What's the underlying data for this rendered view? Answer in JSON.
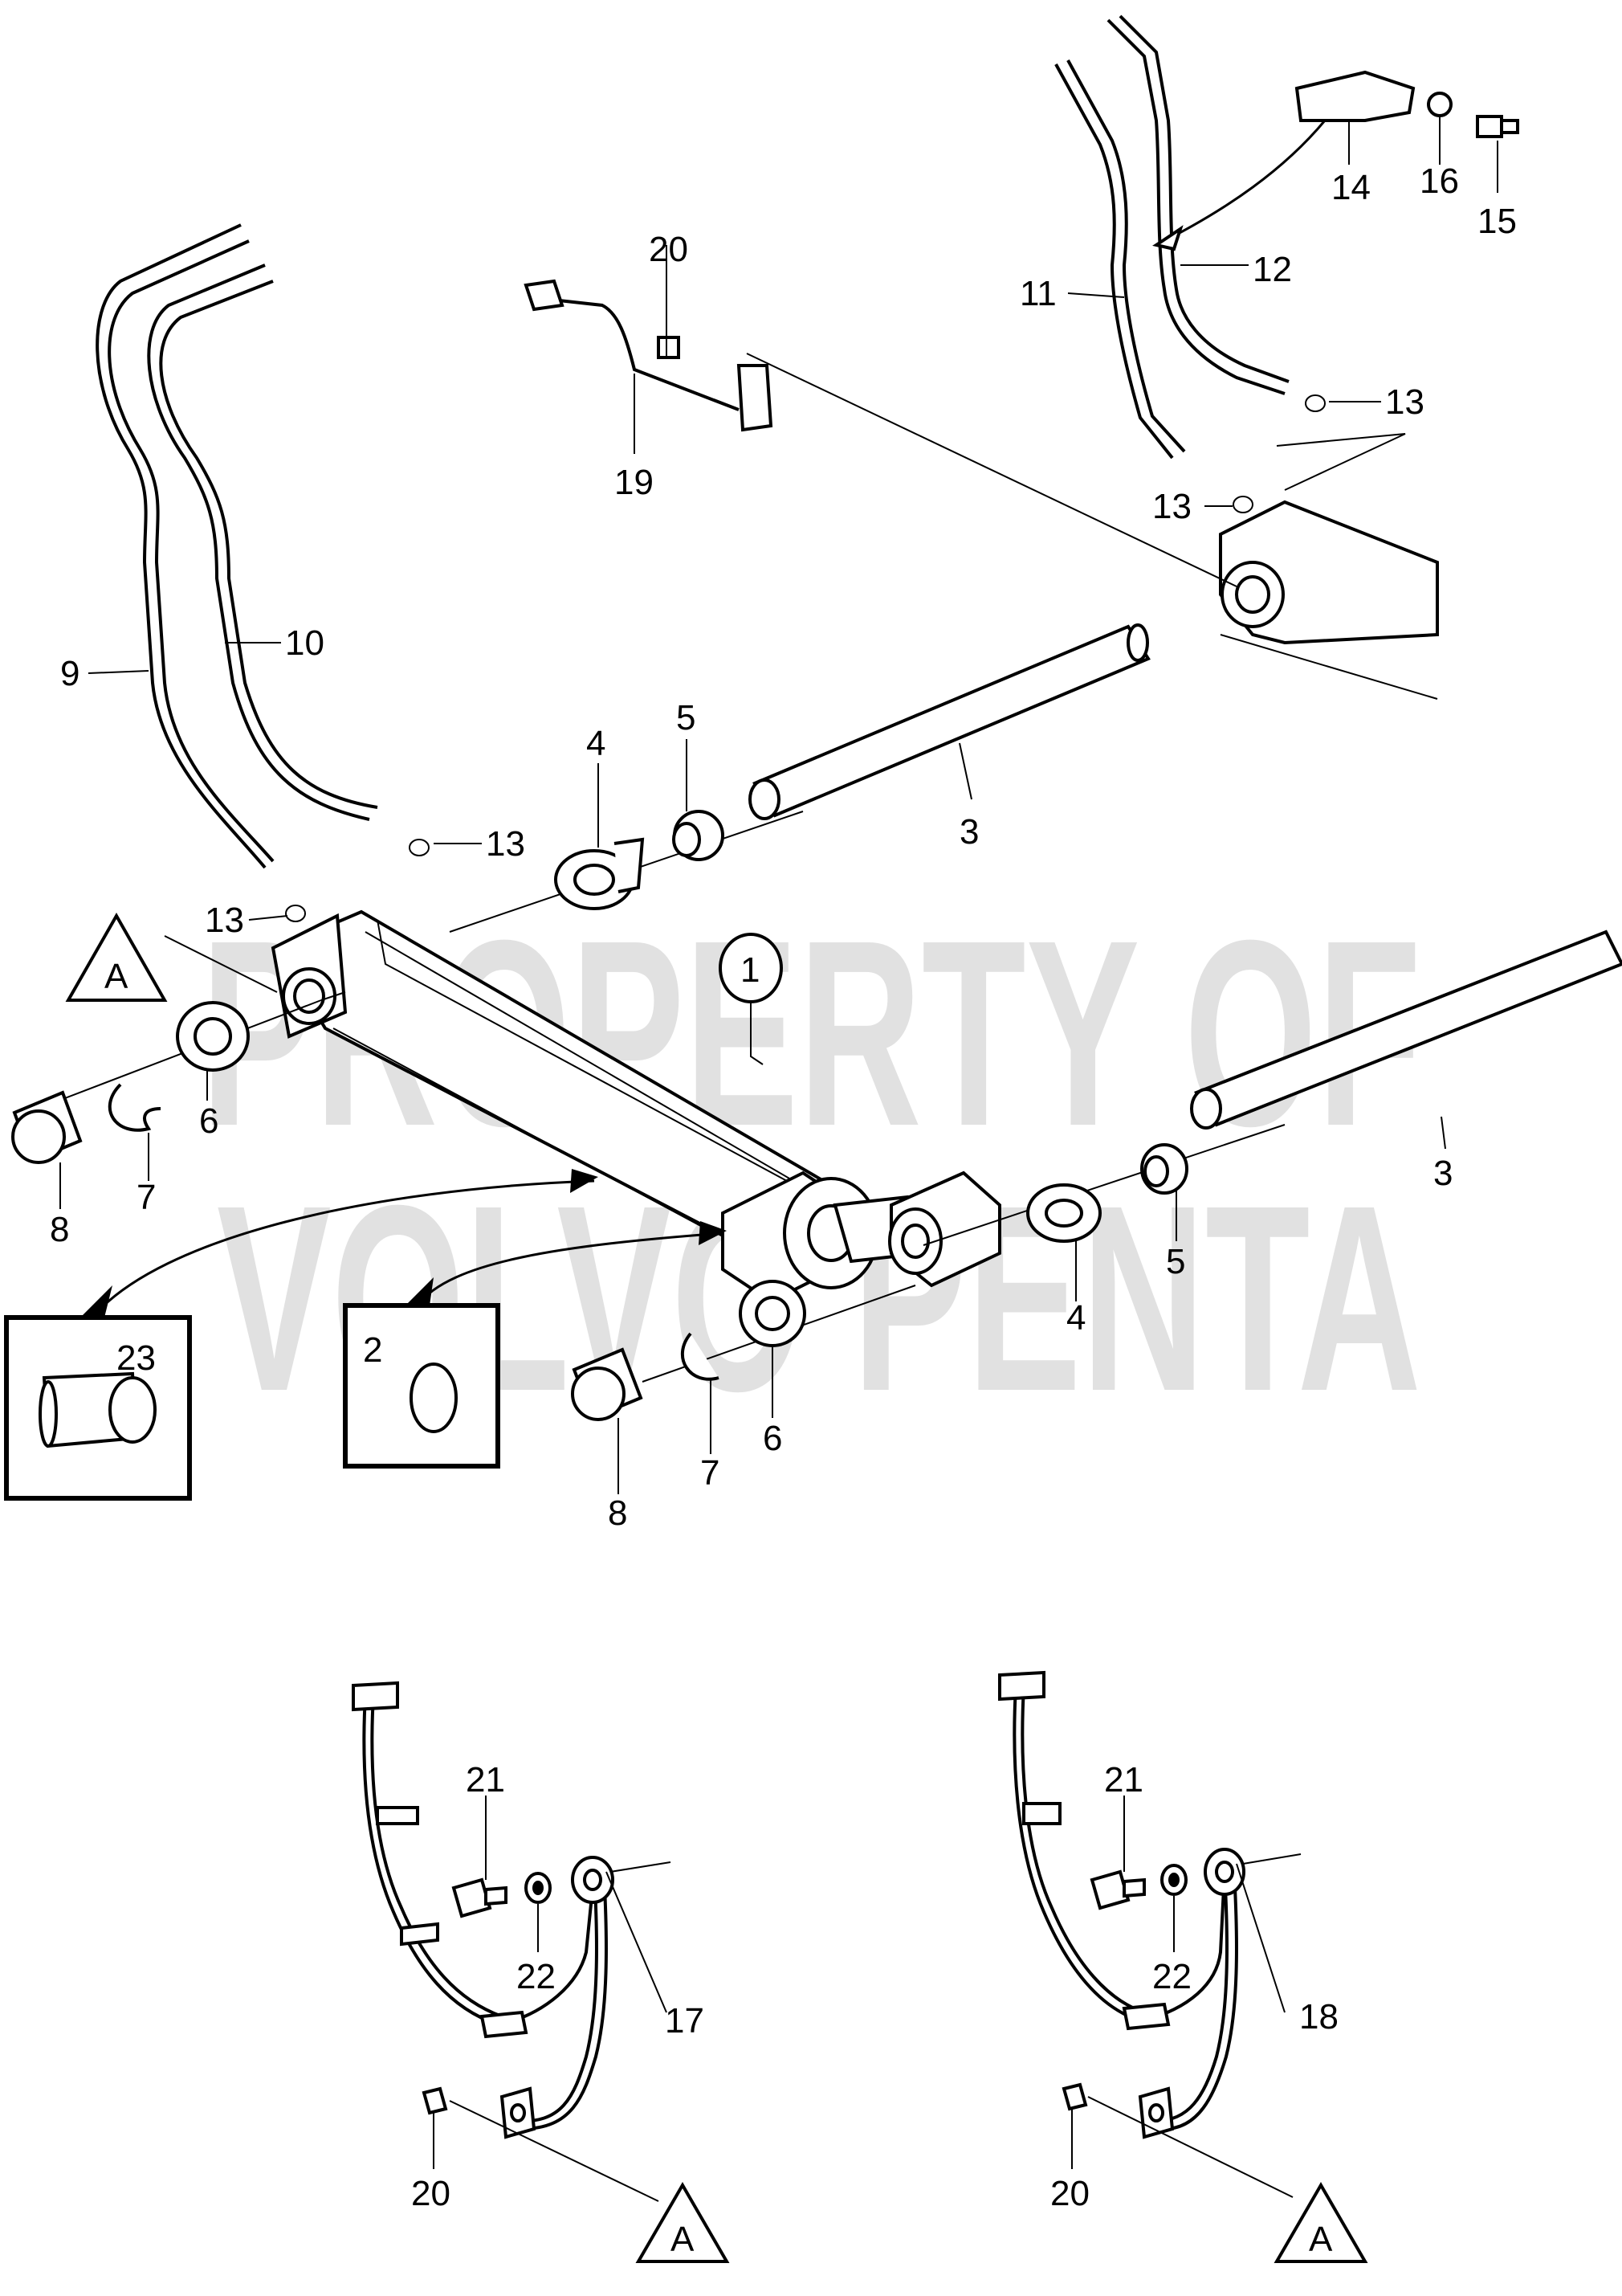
{
  "watermark": {
    "line1": "PROPERTY OF",
    "line2": "VOLVO PENTA"
  },
  "reference_marker": "A",
  "callouts": {
    "c1": "1",
    "c2": "2",
    "c3a": "3",
    "c3b": "3",
    "c4a": "4",
    "c4b": "4",
    "c5a": "5",
    "c5b": "5",
    "c6a": "6",
    "c6b": "6",
    "c7a": "7",
    "c7b": "7",
    "c8a": "8",
    "c8b": "8",
    "c9": "9",
    "c10": "10",
    "c11": "11",
    "c12": "12",
    "c13a": "13",
    "c13b": "13",
    "c13c": "13",
    "c13d": "13",
    "c14": "14",
    "c15": "15",
    "c16": "16",
    "c17": "17",
    "c18": "18",
    "c19": "19",
    "c20a": "20",
    "c20b": "20",
    "c20c": "20",
    "c21a": "21",
    "c21b": "21",
    "c22a": "22",
    "c22b": "22",
    "c23": "23"
  }
}
